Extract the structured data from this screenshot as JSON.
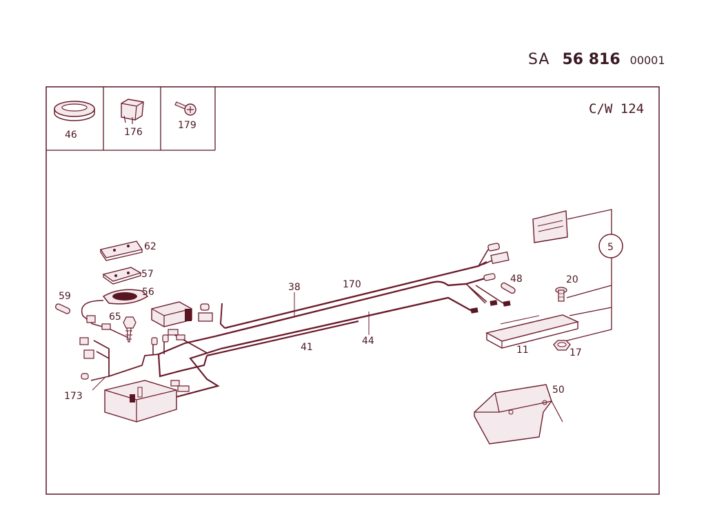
{
  "header": {
    "prefix": "SA",
    "number": "56 816",
    "sequence": "00001"
  },
  "model_code": "C/W 124",
  "legend": [
    {
      "label": "46",
      "icon": "grommet-icon"
    },
    {
      "label": "176",
      "icon": "clip-icon"
    },
    {
      "label": "179",
      "icon": "screw-icon"
    }
  ],
  "callouts": {
    "p5": "5",
    "p11": "11",
    "p17": "17",
    "p20": "20",
    "p38": "38",
    "p41": "41",
    "p44": "44",
    "p48": "48",
    "p50": "50",
    "p56": "56",
    "p57": "57",
    "p59": "59",
    "p62": "62",
    "p65": "65",
    "p170": "170",
    "p173": "173"
  }
}
